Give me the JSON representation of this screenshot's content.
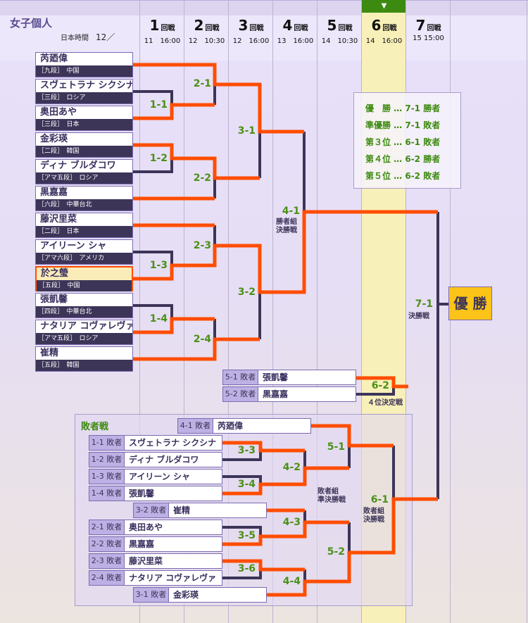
{
  "header": {
    "title": "女子個人",
    "jst_label": "日本時間",
    "month": "12／",
    "current_round_marker": "▼"
  },
  "rounds": [
    {
      "num": "1",
      "label": "回戦",
      "date": "11　16:00"
    },
    {
      "num": "2",
      "label": "回戦",
      "date": "12　10:30"
    },
    {
      "num": "3",
      "label": "回戦",
      "date": "12　16:00"
    },
    {
      "num": "4",
      "label": "回戦",
      "date": "13　16:00"
    },
    {
      "num": "5",
      "label": "回戦",
      "date": "14　10:30"
    },
    {
      "num": "6",
      "label": "回戦",
      "date": "14　16:00"
    },
    {
      "num": "7",
      "label": "回戦",
      "date": "15 15:00"
    }
  ],
  "players": [
    {
      "name": "芮廼偉",
      "rank": "［九段］",
      "country": "中国"
    },
    {
      "name": "スヴェトラナ シクシナ",
      "rank": "［三段］",
      "country": "ロシア"
    },
    {
      "name": "奥田あや",
      "rank": "［三段］",
      "country": "日本"
    },
    {
      "name": "金彩瑛",
      "rank": "［二段］",
      "country": "韓国"
    },
    {
      "name": "ディナ ブルダコワ",
      "rank": "［アマ五段］",
      "country": "ロシア"
    },
    {
      "name": "黒嘉嘉",
      "rank": "［六段］",
      "country": "中華台北"
    },
    {
      "name": "藤沢里菜",
      "rank": "［二段］",
      "country": "日本"
    },
    {
      "name": "アイリーン シャ",
      "rank": "［アマ六段］",
      "country": "アメリカ"
    },
    {
      "name": "於之瑩",
      "rank": "［五段］",
      "country": "中国",
      "highlighted": true
    },
    {
      "name": "張凱馨",
      "rank": "［四段］",
      "country": "中華台北"
    },
    {
      "name": "ナタリア コヴァレヴァ",
      "rank": "［アマ五段］",
      "country": "ロシア"
    },
    {
      "name": "崔精",
      "rank": "［五段］",
      "country": "韓国"
    }
  ],
  "matches": {
    "m1_1": "1-1",
    "m1_2": "1-2",
    "m1_3": "1-3",
    "m1_4": "1-4",
    "m2_1": "2-1",
    "m2_2": "2-2",
    "m2_3": "2-3",
    "m2_4": "2-4",
    "m3_1": "3-1",
    "m3_2": "3-2",
    "m3_3": "3-3",
    "m3_4": "3-4",
    "m3_5": "3-5",
    "m3_6": "3-6",
    "m4_1": "4-1",
    "m4_2": "4-2",
    "m4_3": "4-3",
    "m4_4": "4-4",
    "m5_1": "5-1",
    "m5_2": "5-2",
    "m6_1": "6-1",
    "m6_2": "6-2",
    "m7_1": "7-1"
  },
  "match_notes": {
    "winners_final": [
      "勝者組",
      "決勝戦"
    ],
    "losers_semifinal": [
      "敗者組",
      "準決勝戦"
    ],
    "losers_final": [
      "敗者組",
      "決勝戦"
    ],
    "final": "決勝戦",
    "fourth_place": "４位決定戦"
  },
  "legend": [
    "優　勝 … 7-1 勝者",
    "準優勝 … 7-1 敗者",
    "第３位 … 6-1 敗者",
    "第４位 … 6-2 勝者",
    "第５位 … 6-2 敗者"
  ],
  "champion_label": "優 勝",
  "fourth_place_rows": [
    {
      "label": "5-1 敗者",
      "name": "張凱馨"
    },
    {
      "label": "5-2 敗者",
      "name": "黒嘉嘉"
    }
  ],
  "losers_bracket": {
    "title": "敗者戦",
    "rows": [
      {
        "label": "4-1 敗者",
        "name": "芮廼偉"
      },
      {
        "label": "1-1 敗者",
        "name": "スヴェトラナ シクシナ"
      },
      {
        "label": "1-2 敗者",
        "name": "ディナ ブルダコワ"
      },
      {
        "label": "1-3 敗者",
        "name": "アイリーン シャ"
      },
      {
        "label": "1-4 敗者",
        "name": "張凱馨"
      },
      {
        "label": "3-2 敗者",
        "name": "崔精"
      },
      {
        "label": "2-1 敗者",
        "name": "奥田あや"
      },
      {
        "label": "2-2 敗者",
        "name": "黒嘉嘉"
      },
      {
        "label": "2-3 敗者",
        "name": "藤沢里菜"
      },
      {
        "label": "2-4 敗者",
        "name": "ナタリア コヴァレヴァ"
      },
      {
        "label": "3-1 敗者",
        "name": "金彩瑛"
      }
    ]
  },
  "colors": {
    "winner_line": "#ff4d00",
    "loser_line": "#3d3558",
    "current_round": "#f8f0b9",
    "label_green": "#4b9016",
    "champion": "#fcc318"
  }
}
